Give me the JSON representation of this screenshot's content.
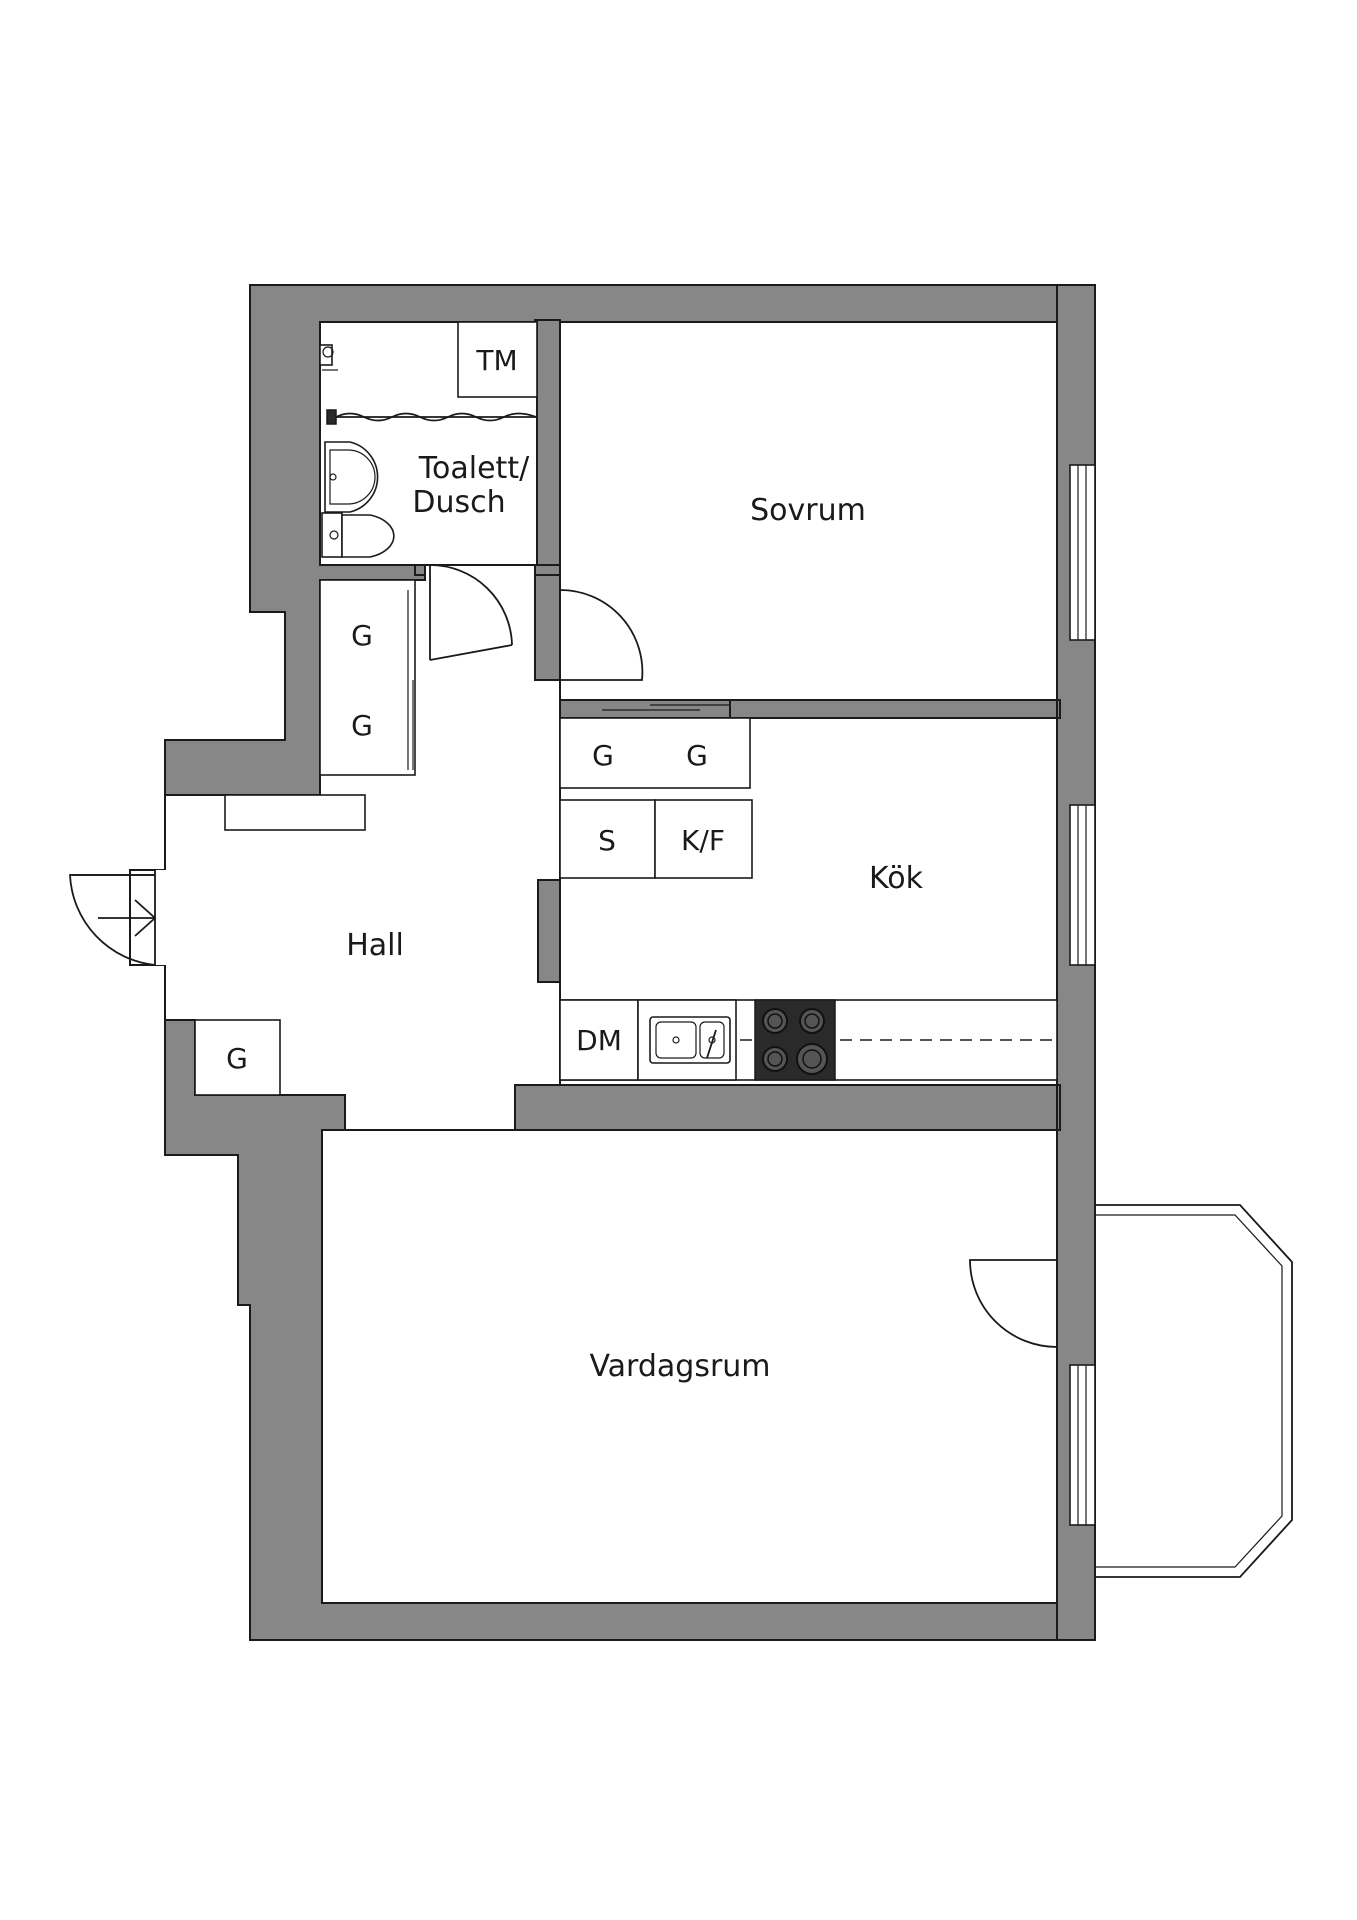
{
  "rooms": {
    "bathroom": "Toalett/",
    "bathroom_line2": "Dusch",
    "bedroom": "Sovrum",
    "kitchen": "Kök",
    "hall": "Hall",
    "living_room": "Vardagsrum"
  },
  "fixtures": {
    "washing_machine": "TM",
    "wardrobe": "G",
    "freezer": "S",
    "fridge_freezer": "K/F",
    "dishwasher": "DM"
  },
  "colors": {
    "wall": "#878787",
    "line": "#1a1a1a",
    "background": "#ffffff"
  }
}
